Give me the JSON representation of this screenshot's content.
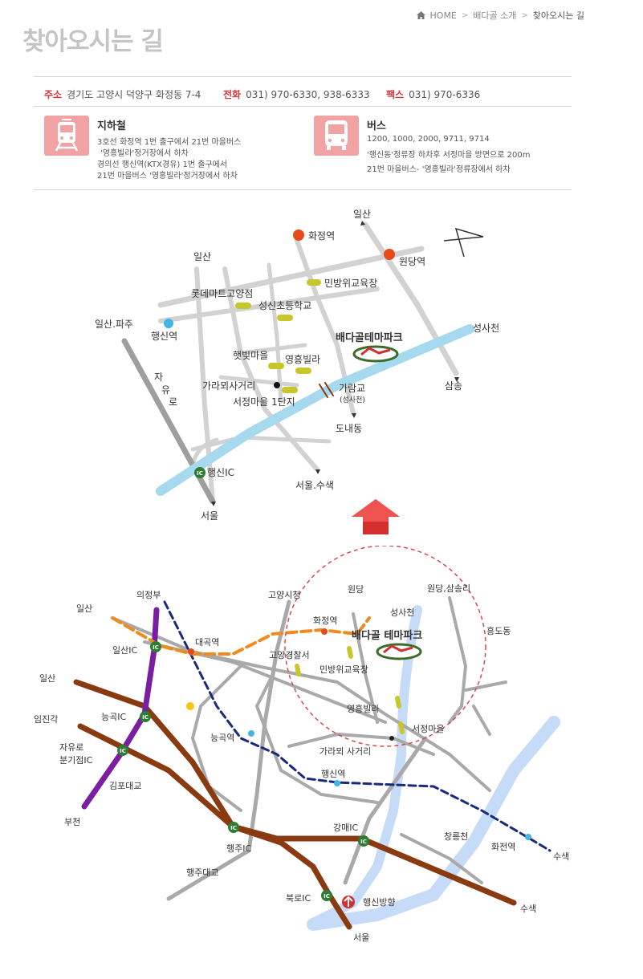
{
  "breadcrumb": {
    "home": "HOME",
    "section": "배다골 소개",
    "current": "찾아오시는 길"
  },
  "page_title": "찾아오시는 길",
  "contact": {
    "address_label": "주소",
    "address": "경기도 고양시 덕양구 화정동 7-4",
    "phone_label": "전화",
    "phone": "031) 970-6330, 938-6333",
    "fax_label": "팩스",
    "fax": "031) 970-6336"
  },
  "subway": {
    "icon": "train-icon",
    "title": "지하철",
    "lines": [
      "3호선 화정역 1번 출구에서 21번 마을버스",
      "'영흥빌라'정거장에서 하차",
      "경의선 행신역(KTX경유) 1번 출구에서",
      "21번 마을버스 '영흥빌라'정거장에서 하차"
    ]
  },
  "bus": {
    "icon": "bus-icon",
    "title": "버스",
    "lines": [
      "1200, 1000, 2000, 9711, 9714",
      "'행신동'정류장 하차후 서정마을 방면으로 200m",
      "21번 마을버스- '영흥빌라'정류장에서 하차"
    ]
  },
  "detail_map": {
    "labels": {
      "ilsan_n": "일산",
      "hwajeong": "화정역",
      "wondang": "원당역",
      "ilsan_w": "일산",
      "lotte": "롯데마트고양점",
      "minbang": "민방위교육장",
      "seongsin": "성신초등학교",
      "ilsan_paju": "일산.파주",
      "haengsin_st": "행신역",
      "seongsacheon": "성사천",
      "park": "배다골테마파크",
      "haetbit": "햇빛마을",
      "yeongheung": "영흥빌라",
      "jayu1": "자",
      "jayu2": "유",
      "jayu3": "로",
      "garamoe": "가라뫼사거리",
      "garamgyo": "가람교",
      "garamgyo_sub": "(성사천)",
      "seojeong": "서정마을 1단지",
      "samsong": "삼송",
      "donae": "도내동",
      "haengsin_ic": "행신IC",
      "seoul_susaek": "서울.수색",
      "seoul": "서울",
      "ic_badge": "IC"
    }
  },
  "overview_map": {
    "labels": {
      "uijeongbu": "의정부",
      "goyang_city": "고양시청",
      "wondang": "원당",
      "wondang_samsong": "원당,삼송리",
      "ilsan1": "일산",
      "seongsacheon": "성사천",
      "hwajeong": "화정역",
      "park": "배다골 테마파크",
      "daegok": "대곡역",
      "ilsan_ic": "일산IC",
      "goyang_police": "고양경찰서",
      "heungdo": "흥도동",
      "minbang": "민방위교육장",
      "ilsan2": "일산",
      "neunggok_ic": "능곡IC",
      "yeongheung": "영흥빌라",
      "imjingak": "임진각",
      "seojeong": "서정마을",
      "neunggok_st": "능곡역",
      "jayuro": "자유로",
      "bungijeom": "분기점IC",
      "garamoe": "가라뫼 사거리",
      "haengsin_st": "행신역",
      "gimpo": "김포대교",
      "buncheon": "부천",
      "gangmae_ic": "강매IC",
      "changneung": "창릉천",
      "haengju_ic": "행주IC",
      "hwajeon": "화전역",
      "susaek1": "수색",
      "haengju_bridge": "행주대교",
      "bukro_ic": "북로IC",
      "haengsin_dir": "행신방향",
      "susaek2": "수색",
      "seoul": "서울",
      "ic_badge": "IC"
    }
  },
  "colors": {
    "accent": "#d8343b",
    "river": "#a6d8ee",
    "road": "#c2c2c2",
    "highway": "#8a3a10",
    "subway_purple": "#7b1fa2",
    "gyeongui": "#1a2a7a",
    "orange": "#f08a1c"
  }
}
